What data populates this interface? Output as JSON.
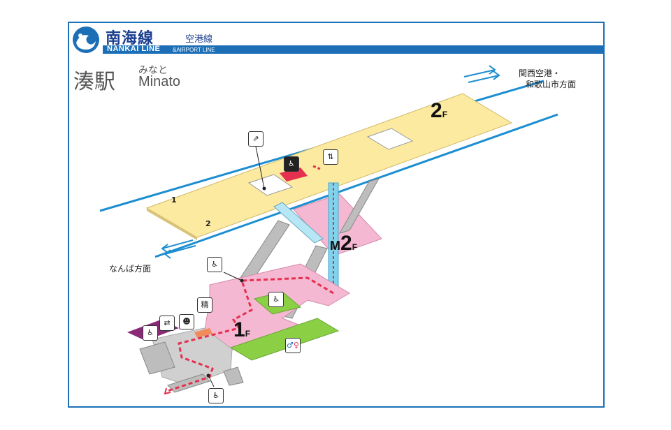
{
  "header": {
    "title": "南海線",
    "subtitle": "空港線",
    "line_en": "NANKAI LINE",
    "line_en_sub": "&AIRPORT LINE"
  },
  "station": {
    "name": "湊駅",
    "kana": "みなと",
    "romaji": "Minato"
  },
  "directions": {
    "airport": [
      "関西空港・",
      "和歌山市方面"
    ],
    "namba": "なんば方面"
  },
  "floors": {
    "f2": "2",
    "m2_prefix": "M",
    "m2": "2",
    "f1": "1",
    "suffix": "F"
  },
  "platform_tracks": [
    "1",
    "2"
  ],
  "icons": {
    "ticket_office": "精"
  },
  "colors": {
    "frame": "#1c6fb7",
    "platform": "#fbeaa0",
    "concourse": "#f5b8d2",
    "outside": "#8bcf45",
    "ground": "#d0d0d0",
    "route": "#e5304f",
    "elevator": "#7fd3ec",
    "track": "#1c8ed1"
  }
}
